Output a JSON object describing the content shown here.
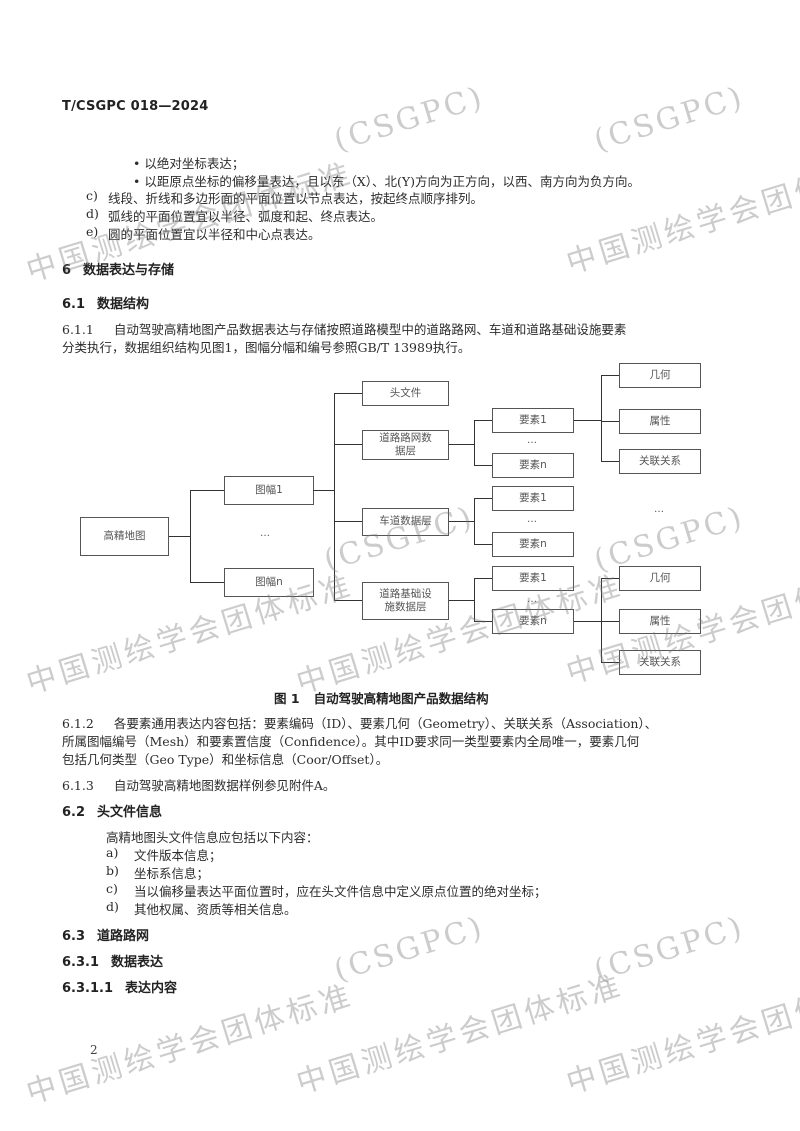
{
  "header": {
    "standard_number": "T/CSGPC 018—2024"
  },
  "top_list": {
    "bullets": [
      "• 以绝对坐标表达；",
      "• 以距原点坐标的偏移量表达，且以东（X）、北(Y)方向为正方向，以西、南方向为负方向。"
    ],
    "items": [
      {
        "marker": "c)",
        "text": "线段、折线和多边形面的平面位置以节点表达，按起终点顺序排列。"
      },
      {
        "marker": "d)",
        "text": "弧线的平面位置宜以半径、弧度和起、终点表达。"
      },
      {
        "marker": "e)",
        "text": "圆的平面位置宜以半径和中心点表达。"
      }
    ]
  },
  "section6": {
    "num": "6",
    "title": "数据表达与存储"
  },
  "section6_1": {
    "num": "6.1",
    "title": "数据结构"
  },
  "p6_1_1": {
    "num": "6.1.1",
    "line1": "自动驾驶高精地图产品数据表达与存储按照道路模型中的道路路网、车道和道路基础设施要素",
    "line2": "分类执行，数据组织结构见图1，图幅分幅和编号参照GB/T 13989执行。"
  },
  "diagram": {
    "root": "高精地图",
    "sheet_first": "图幅1",
    "sheet_ellipsis": "…",
    "sheet_last": "图幅n",
    "layers": [
      "头文件",
      "道路路网数据层",
      "车道数据层",
      "道路基础设施数据层"
    ],
    "road_net_elements": [
      "要素1",
      "…",
      "要素n"
    ],
    "lane_elements": [
      "要素1",
      "…",
      "要素n"
    ],
    "infra_elements": [
      "要素1",
      "…",
      "要素n"
    ],
    "attrs_top": [
      "几何",
      "属性",
      "关联关系"
    ],
    "attrs_ellipsis": "…",
    "attrs_bottom": [
      "几何",
      "属性",
      "关联关系"
    ]
  },
  "figure_caption": {
    "label": "图 1",
    "title": "自动驾驶高精地图产品数据结构"
  },
  "p6_1_2": {
    "num": "6.1.2",
    "line1": "各要素通用表达内容包括：要素编码（ID）、要素几何（Geometry）、关联关系（Association）、",
    "line2": "所属图幅编号（Mesh）和要素置信度（Confidence）。其中ID要求同一类型要素内全局唯一，要素几何",
    "line3": "包括几何类型（Geo Type）和坐标信息（Coor/Offset）。"
  },
  "p6_1_3": {
    "num": "6.1.3",
    "text": "自动驾驶高精地图数据样例参见附件A。"
  },
  "section6_2": {
    "num": "6.2",
    "title": "头文件信息"
  },
  "p6_2": {
    "intro": "高精地图头文件信息应包括以下内容：",
    "items": [
      {
        "marker": "a)",
        "text": "文件版本信息；"
      },
      {
        "marker": "b)",
        "text": "坐标系信息；"
      },
      {
        "marker": "c)",
        "text": "当以偏移量表达平面位置时，应在头文件信息中定义原点位置的绝对坐标；"
      },
      {
        "marker": "d)",
        "text": "其他权属、资质等相关信息。"
      }
    ]
  },
  "section6_3": {
    "num": "6.3",
    "title": "道路路网"
  },
  "section6_3_1": {
    "num": "6.3.1",
    "title": "数据表达"
  },
  "section6_3_1_1": {
    "num": "6.3.1.1",
    "title": "表达内容"
  },
  "footer": {
    "page_number": "2"
  },
  "watermark": {
    "org": "中国测绘学会团体标准",
    "org_short": "中国测绘学会",
    "abbr": "(CSGPC)",
    "color": "#787878"
  }
}
